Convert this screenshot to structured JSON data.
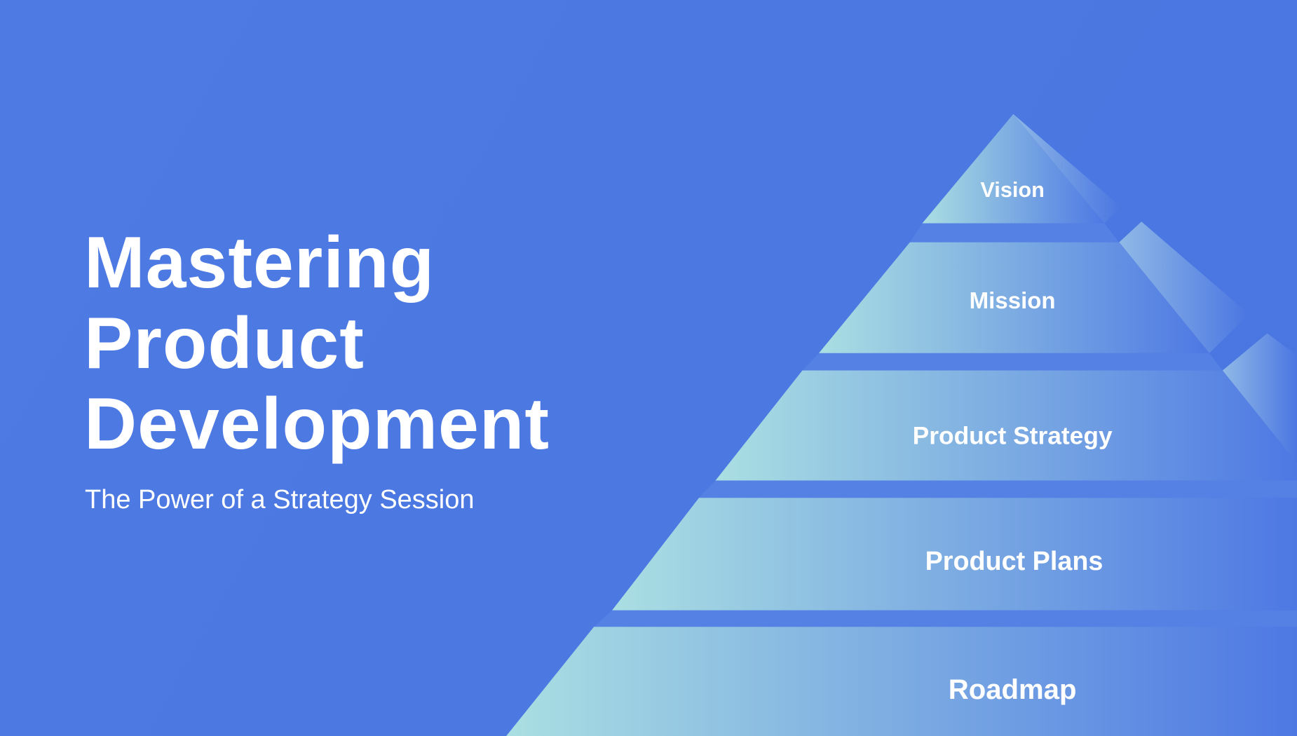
{
  "slide": {
    "title_lines": [
      "Mastering",
      "Product",
      "Development"
    ],
    "subtitle": "The Power of a Strategy Session"
  },
  "pyramid": {
    "levels": [
      {
        "label": "Vision"
      },
      {
        "label": "Mission"
      },
      {
        "label": "Product Strategy"
      },
      {
        "label": "Product Plans"
      },
      {
        "label": "Roadmap"
      }
    ]
  },
  "colors": {
    "background": "#4b77e2",
    "layer_light": "#a9dde3",
    "layer_dark": "#4f7ae3"
  }
}
